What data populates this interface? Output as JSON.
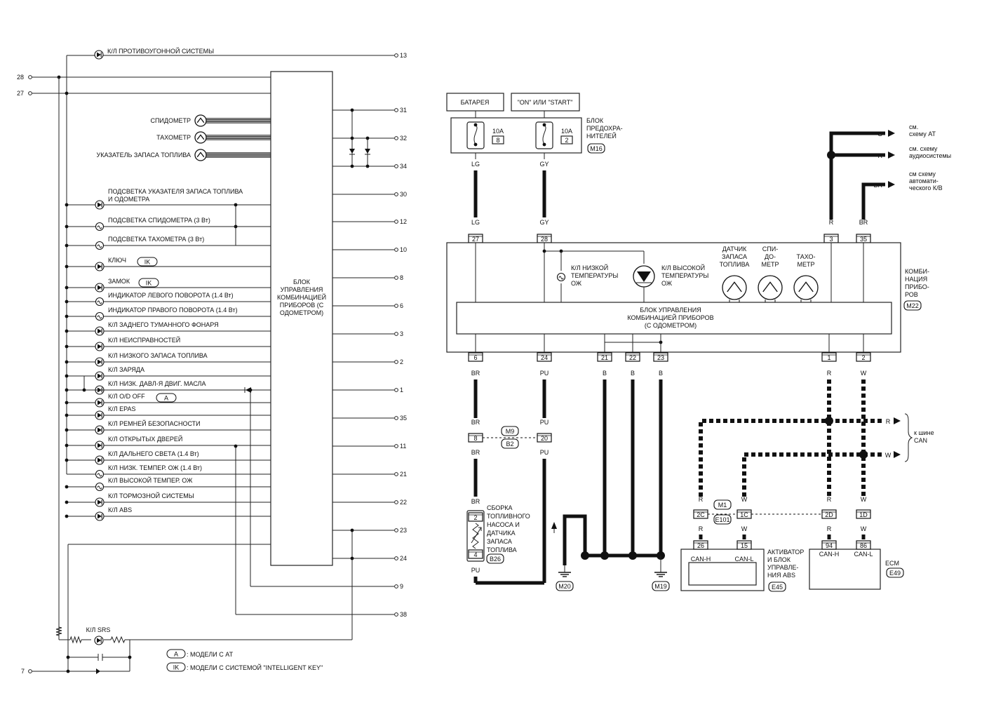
{
  "left": {
    "terminals_left": [
      {
        "id": "28",
        "label": "28"
      },
      {
        "id": "27",
        "label": "27"
      },
      {
        "id": "7",
        "label": "7"
      }
    ],
    "terminals_right": [
      {
        "id": "13",
        "label": "13"
      },
      {
        "id": "31",
        "label": "31"
      },
      {
        "id": "32",
        "label": "32"
      },
      {
        "id": "34",
        "label": "34"
      },
      {
        "id": "30",
        "label": "30"
      },
      {
        "id": "12",
        "label": "12"
      },
      {
        "id": "10",
        "label": "10"
      },
      {
        "id": "8",
        "label": "8"
      },
      {
        "id": "6",
        "label": "6"
      },
      {
        "id": "3",
        "label": "3"
      },
      {
        "id": "2",
        "label": "2"
      },
      {
        "id": "1",
        "label": "1"
      },
      {
        "id": "35",
        "label": "35"
      },
      {
        "id": "11",
        "label": "11"
      },
      {
        "id": "21",
        "label": "21"
      },
      {
        "id": "22",
        "label": "22"
      },
      {
        "id": "23",
        "label": "23"
      },
      {
        "id": "24",
        "label": "24"
      },
      {
        "id": "9",
        "label": "9"
      },
      {
        "id": "38",
        "label": "38"
      }
    ],
    "antitheft": "К/Л ПРОТИВОУГОННОЙ СИСТЕМЫ",
    "gauges": [
      {
        "label": "СПИДОМЕТР"
      },
      {
        "label": "ТАХОМЕТР"
      },
      {
        "label": "УКАЗАТЕЛЬ ЗАПАСА ТОПЛИВА"
      }
    ],
    "lamps": [
      {
        "label1": "ПОДСВЕТКА УКАЗАТЕЛЯ ЗАПАСА ТОПЛИВА",
        "label2": "И ОДОМЕТРА"
      },
      {
        "label1": "ПОДСВЕТКА СПИДОМЕТРА (3 Вт)",
        "label2": ""
      },
      {
        "label1": "ПОДСВЕТКА ТАХОМЕТРА (3 Вт)",
        "label2": ""
      },
      {
        "label1": "КЛЮЧ",
        "label2": "",
        "badge": "IK"
      },
      {
        "label1": "ЗАМОК",
        "label2": "",
        "badge": "IK"
      },
      {
        "label1": "ИНДИКАТОР ЛЕВОГО ПОВОРОТА (1.4 Вт)",
        "label2": ""
      },
      {
        "label1": "ИНДИКАТОР ПРАВОГО ПОВОРОТА (1.4 Вт)",
        "label2": ""
      },
      {
        "label1": "К/Л ЗАДНЕГО ТУМАННОГО ФОНАРЯ",
        "label2": ""
      },
      {
        "label1": "К/Л НЕИСПРАВНОСТЕЙ",
        "label2": ""
      },
      {
        "label1": "К/Л НИЗКОГО ЗАПАСА ТОПЛИВА",
        "label2": ""
      },
      {
        "label1": "К/Л ЗАРЯДА",
        "label2": ""
      },
      {
        "label1": "К/Л НИЗК. ДАВЛ-Я ДВИГ. МАСЛА",
        "label2": ""
      },
      {
        "label1": "К/Л O/D OFF",
        "label2": "",
        "badge": "A"
      },
      {
        "label1": "К/Л EPAS",
        "label2": ""
      },
      {
        "label1": "К/Л РЕМНЕЙ БЕЗОПАСНОСТИ",
        "label2": ""
      },
      {
        "label1": "К/Л ОТКРЫТЫХ ДВЕРЕЙ",
        "label2": ""
      },
      {
        "label1": "К/Л ДАЛЬНЕГО СВЕТА (1.4 Вт)",
        "label2": ""
      },
      {
        "label1": "К/Л НИЗК. ТЕМПЕР. ОЖ (1.4 Вт)",
        "label2": ""
      },
      {
        "label1": "К/Л ВЫСОКОЙ ТЕМПЕР. ОЖ",
        "label2": ""
      },
      {
        "label1": "К/Л ТОРМОЗНОЙ СИСТЕМЫ",
        "label2": ""
      },
      {
        "label1": "К/Л ABS",
        "label2": ""
      }
    ],
    "block_lines": [
      "БЛОК",
      "УПРАВЛЕНИЯ",
      "КОМБИНАЦИЕЙ",
      "ПРИБОРОВ (С",
      "ОДОМЕТРОМ)"
    ],
    "srs": "К/Л SRS",
    "legend": [
      {
        "badge": "A",
        "text": ": МОДЕЛИ С АТ"
      },
      {
        "badge": "IK",
        "text": ": МОДЕЛИ С СИСТЕМОЙ \"INTELLIGENT KEY\""
      }
    ]
  },
  "right": {
    "battery": "БАТАРЕЯ",
    "ignition": "\"ON\" ИЛИ \"START\"",
    "fuses": [
      {
        "amps": "10A",
        "num": "8"
      },
      {
        "amps": "10A",
        "num": "2"
      }
    ],
    "fuse_block_lines": [
      "БЛОК",
      "ПРЕДОХРА-",
      "НИТЕЛЕЙ"
    ],
    "fuse_block_conn": "M16",
    "top_wires": [
      {
        "color": "LG",
        "pin": "27"
      },
      {
        "color": "GY",
        "pin": "28"
      }
    ],
    "outs": [
      {
        "color": "G",
        "text1": "см.",
        "text2": "схему AT",
        "text3": ""
      },
      {
        "color": "R",
        "text1": "см. схему",
        "text2": "аудиосистемы",
        "text3": ""
      },
      {
        "color": "BR",
        "text1": "см схему",
        "text2": "автомати-",
        "text3": "ческого К/В"
      }
    ],
    "top_right_wires": [
      {
        "color": "R",
        "pin": "3"
      },
      {
        "color": "BR",
        "pin": "35"
      }
    ],
    "cluster": {
      "low_temp": [
        "К/Л НИЗКОЙ",
        "ТЕМПЕРАТУРЫ",
        "ОЖ"
      ],
      "high_temp": [
        "К/Л ВЫСОКОЙ",
        "ТЕМПЕРАТУРЫ",
        "ОЖ"
      ],
      "fuel_sensor": [
        "ДАТЧИК",
        "ЗАПАСА",
        "ТОПЛИВА"
      ],
      "speedo": [
        "СПИ-",
        "ДО-",
        "МЕТР"
      ],
      "tacho": [
        "ТАХО-",
        "МЕТР"
      ],
      "unit": [
        "БЛОК УПРАВЛЕНИЯ",
        "КОМБИНАЦИЕЙ ПРИБОРОВ",
        "(С ОДОМЕТРОМ)"
      ],
      "name": [
        "КОМБИ-",
        "НАЦИЯ",
        "ПРИБО-",
        "РОВ"
      ],
      "conn": "M22"
    },
    "bottom_pins": [
      {
        "pin": "6",
        "color": "BR"
      },
      {
        "pin": "24",
        "color": "PU"
      },
      {
        "pin": "21",
        "color": "B"
      },
      {
        "pin": "22",
        "color": "B"
      },
      {
        "pin": "23",
        "color": "B"
      },
      {
        "pin": "1",
        "color": "R"
      },
      {
        "pin": "2",
        "color": "W"
      }
    ],
    "joint": {
      "pin_a": "8",
      "pin_b": "20",
      "conn_a": "M9",
      "conn_b": "B2",
      "wire_a": "BR",
      "wire_b": "PU"
    },
    "pump": {
      "lines": [
        "СБОРКА",
        "ТОПЛИВНОГО",
        "НАСОСА И",
        "ДАТЧИКА",
        "ЗАПАСА",
        "ТОПЛИВА"
      ],
      "pin_top": "2",
      "pin_bot": "4",
      "conn": "B26",
      "wire_top": "BR",
      "wire_bot": "PU"
    },
    "grounds": [
      {
        "conn": "M20",
        "wires": [
          "B",
          "B"
        ]
      },
      {
        "conn": "M19",
        "wires": [
          "B",
          "B",
          "B"
        ]
      }
    ],
    "can_bus": {
      "r": "R",
      "w": "W",
      "label": [
        "к шине",
        "CAN"
      ]
    },
    "abs_connector": {
      "pins": [
        "2C",
        "1C"
      ],
      "conn_top": "M1",
      "conn_bot": "E101",
      "wires": [
        "R",
        "W"
      ]
    },
    "ecm_connector": {
      "pins": [
        "2D",
        "1D"
      ],
      "wires": [
        "R",
        "W"
      ]
    },
    "abs": {
      "pins": [
        "26",
        "15"
      ],
      "labels": [
        "CAN-H",
        "CAN-L"
      ],
      "name": [
        "АКТИВАТОР",
        "И БЛОК",
        "УПРАВЛЕ-",
        "НИЯ ABS"
      ],
      "conn": "E45"
    },
    "ecm": {
      "pins": [
        "94",
        "86"
      ],
      "labels": [
        "CAN-H",
        "CAN-L"
      ],
      "name": "ECM",
      "conn": "E49"
    }
  }
}
